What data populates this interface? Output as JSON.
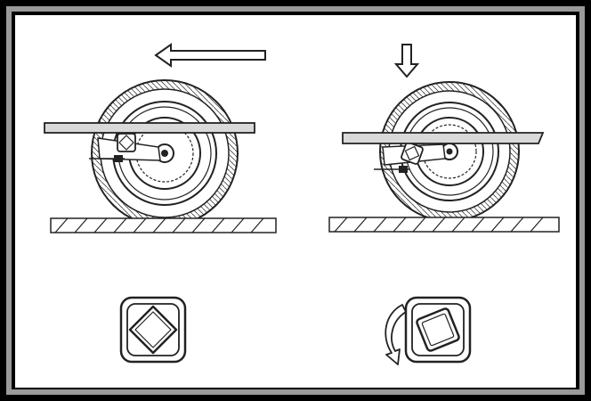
{
  "figure": {
    "panels": [
      {
        "id": "left",
        "motion": "horizontal-left",
        "stop_state": "aligned"
      },
      {
        "id": "right",
        "motion": "vertical-down",
        "stop_state": "rotated"
      }
    ]
  },
  "colors": {
    "outer_border": "#000000",
    "inner_border": "#9a9a9a",
    "line": "#222222",
    "beam_fill": "#d9d9d9",
    "ground_fill": "#ffffff",
    "background": "#ffffff"
  }
}
